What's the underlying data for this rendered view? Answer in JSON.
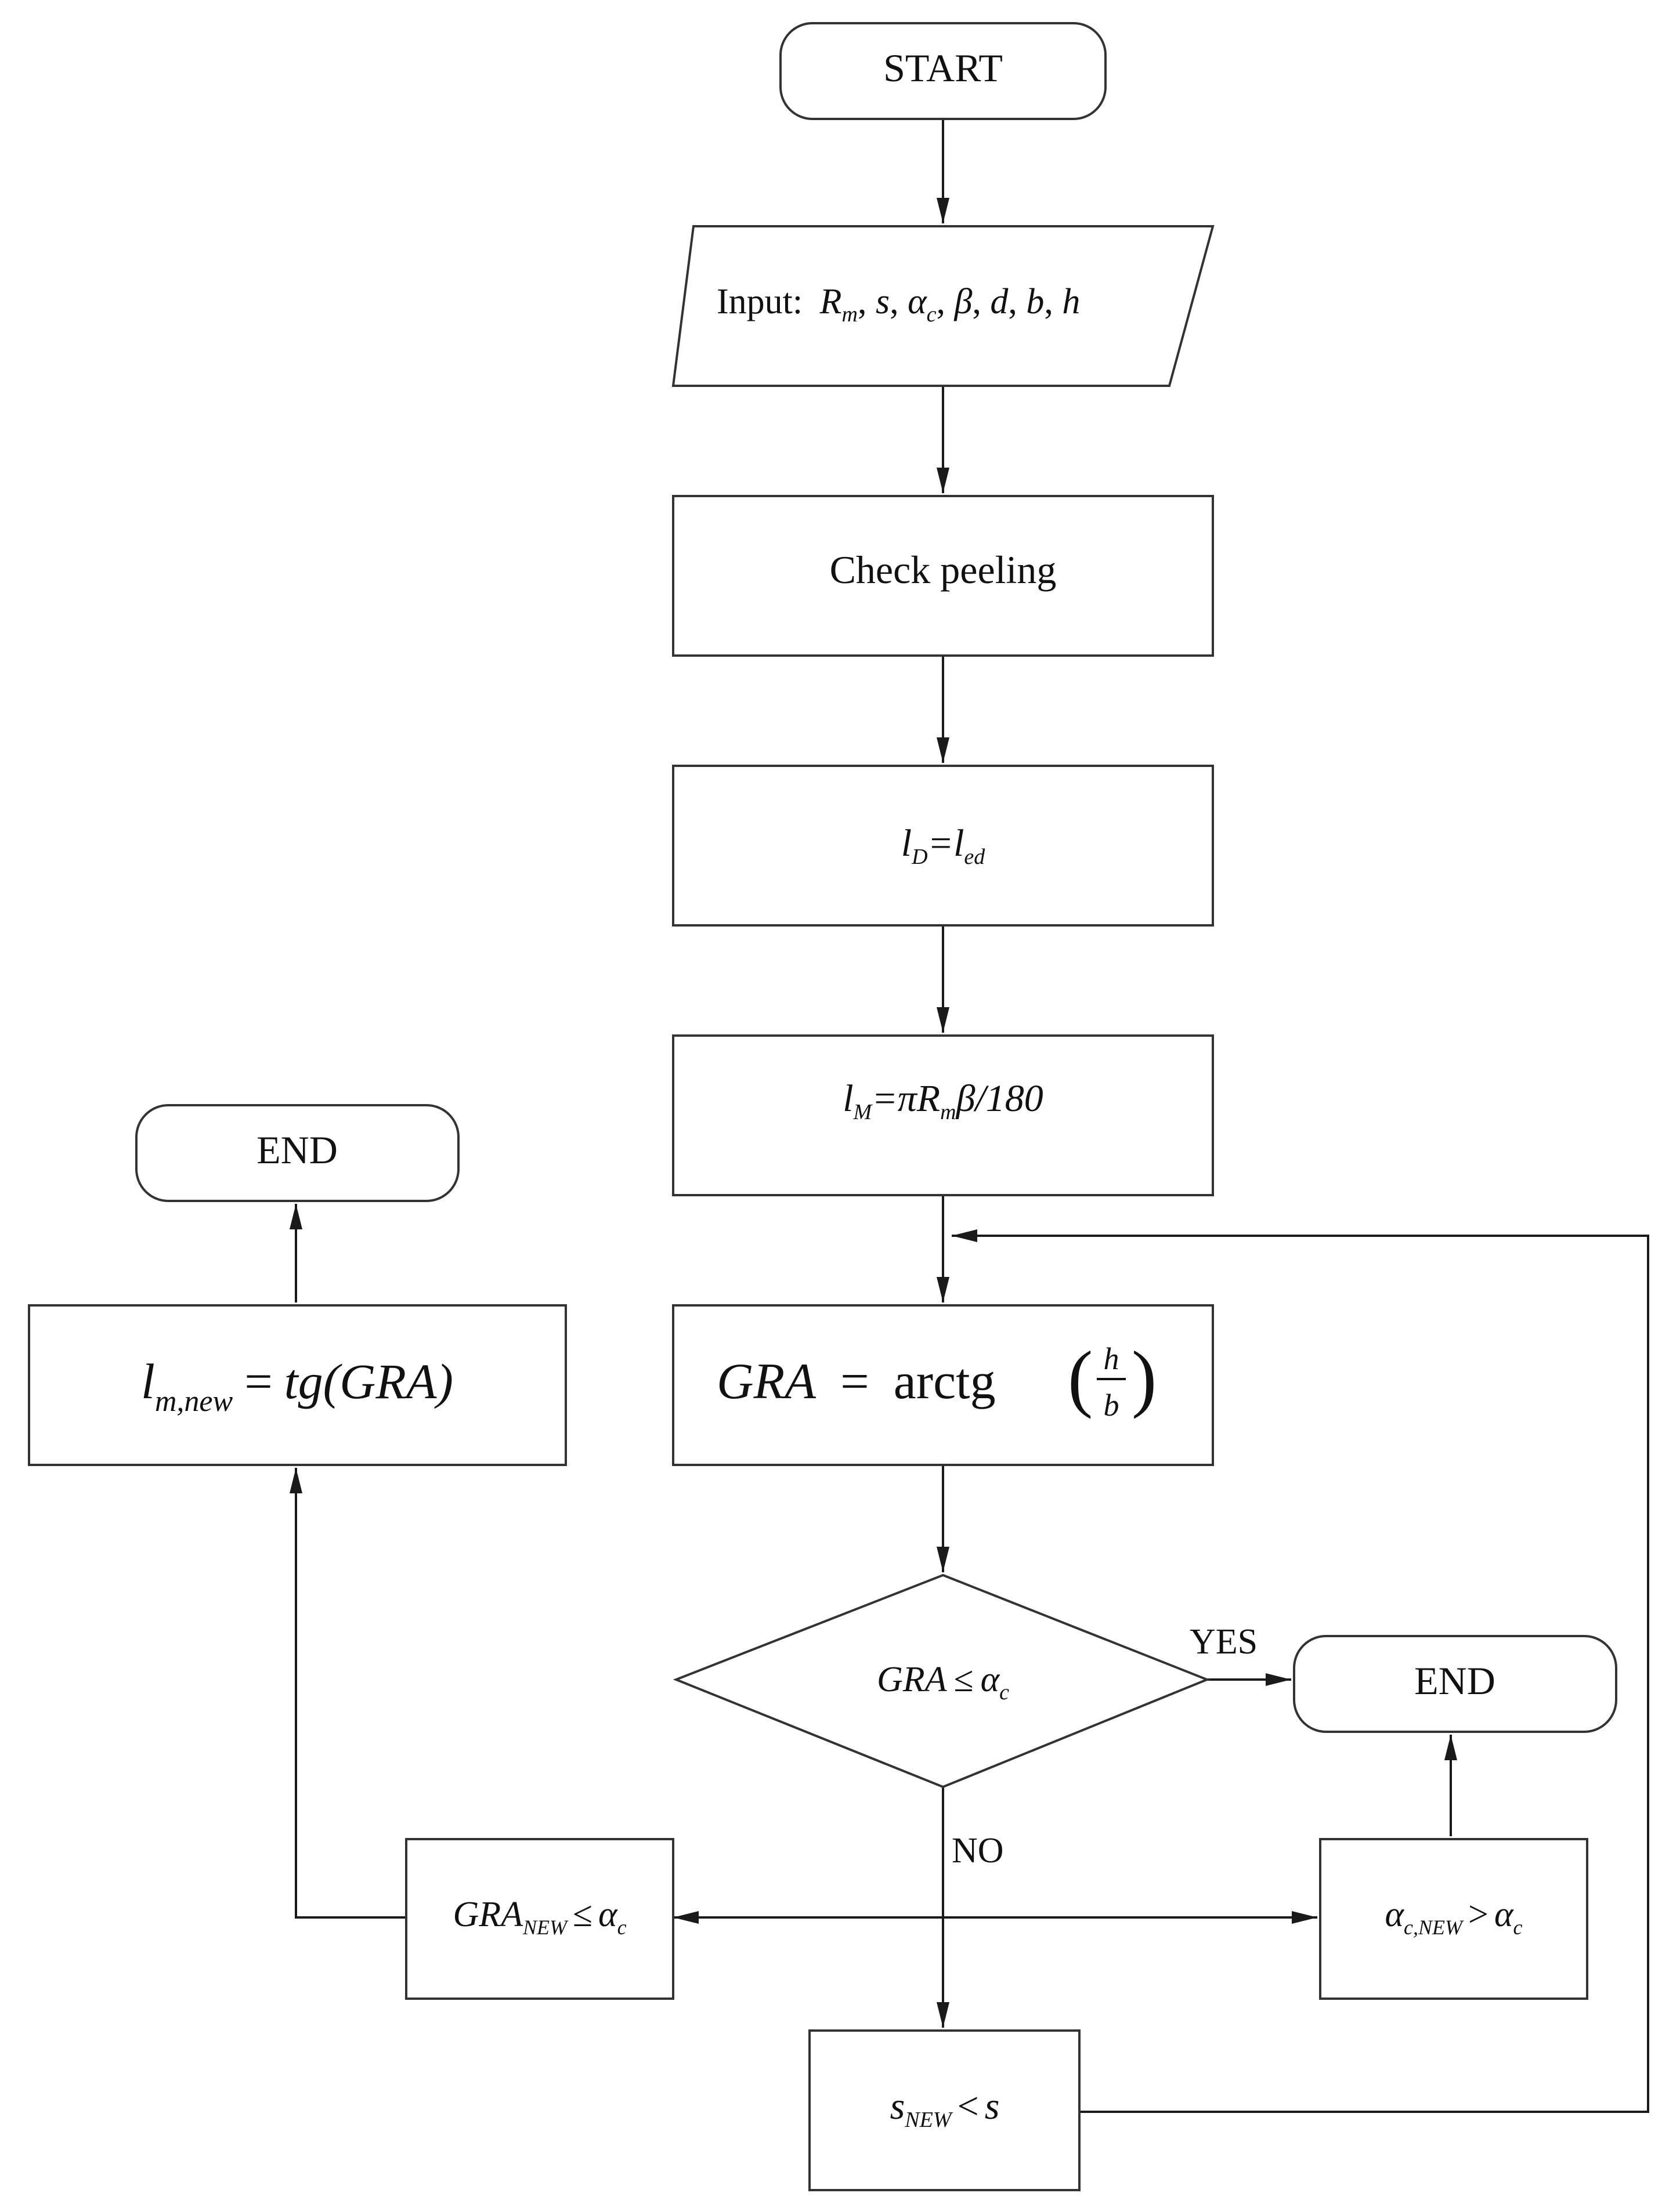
{
  "diagram": {
    "start": "START",
    "input": {
      "prefix": "Input:",
      "vars": [
        "R",
        "m",
        "s",
        "α",
        "c",
        "β",
        "d",
        "b",
        "h"
      ]
    },
    "check_peeling": "Check peeling",
    "lD": {
      "l": "l",
      "D": "D",
      "eq": "=",
      "l2": "l",
      "ed": "ed"
    },
    "lM": {
      "l": "l",
      "M": "M",
      "expr1": "=πR",
      "m": "m",
      "expr2": "β/180"
    },
    "gra_formula": {
      "lhs": "GRA",
      "eq": "=",
      "fn": "arctg",
      "num": "h",
      "den": "b"
    },
    "decision": {
      "gra": "GRA",
      "op": "≤",
      "alpha": "α",
      "c": "c"
    },
    "yes": "YES",
    "no": "NO",
    "end_right": "END",
    "alpha_new": {
      "alpha": "α",
      "sub": "c,NEW",
      "op": ">",
      "alpha2": "α",
      "c": "c"
    },
    "gra_new": {
      "gra": "GRA",
      "sub": "NEW",
      "op": "≤",
      "alpha": "α",
      "c": "c"
    },
    "s_new": {
      "s": "s",
      "sub": "NEW",
      "op": "<",
      "s2": "s"
    },
    "lm_new": {
      "l": "l",
      "sub": "m,new",
      "eq": "=",
      "rhs": "tg(GRA)"
    },
    "end_left": "END"
  }
}
